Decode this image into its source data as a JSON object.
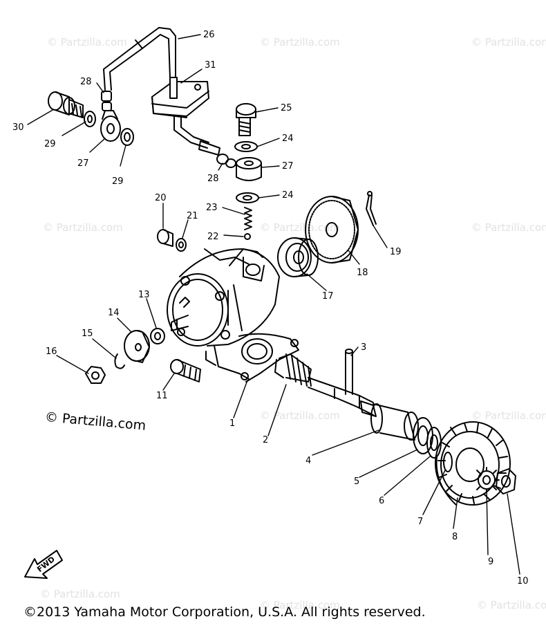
{
  "watermark": {
    "small": "© Partzilla.com",
    "large": "© Partzilla.com"
  },
  "callouts": {
    "c1": "1",
    "c2": "2",
    "c3": "3",
    "c4": "4",
    "c5": "5",
    "c6": "6",
    "c7": "7",
    "c8": "8",
    "c9": "9",
    "c10": "10",
    "c11": "11",
    "c13": "13",
    "c14": "14",
    "c15": "15",
    "c16": "16",
    "c17": "17",
    "c18": "18",
    "c19": "19",
    "c20": "20",
    "c21": "21",
    "c22": "22",
    "c23": "23",
    "c24a": "24",
    "c24b": "24",
    "c25": "25",
    "c26": "26",
    "c27a": "27",
    "c27b": "27",
    "c28a": "28",
    "c28b": "28",
    "c29a": "29",
    "c29b": "29",
    "c30": "30",
    "c31": "31"
  },
  "fwd_label": "FWD",
  "copyright": "©2013 Yamaha Motor Corporation, U.S.A. All rights reserved.",
  "colors": {
    "line": "#000000",
    "background": "#ffffff",
    "watermark": "#e2e2e2"
  }
}
